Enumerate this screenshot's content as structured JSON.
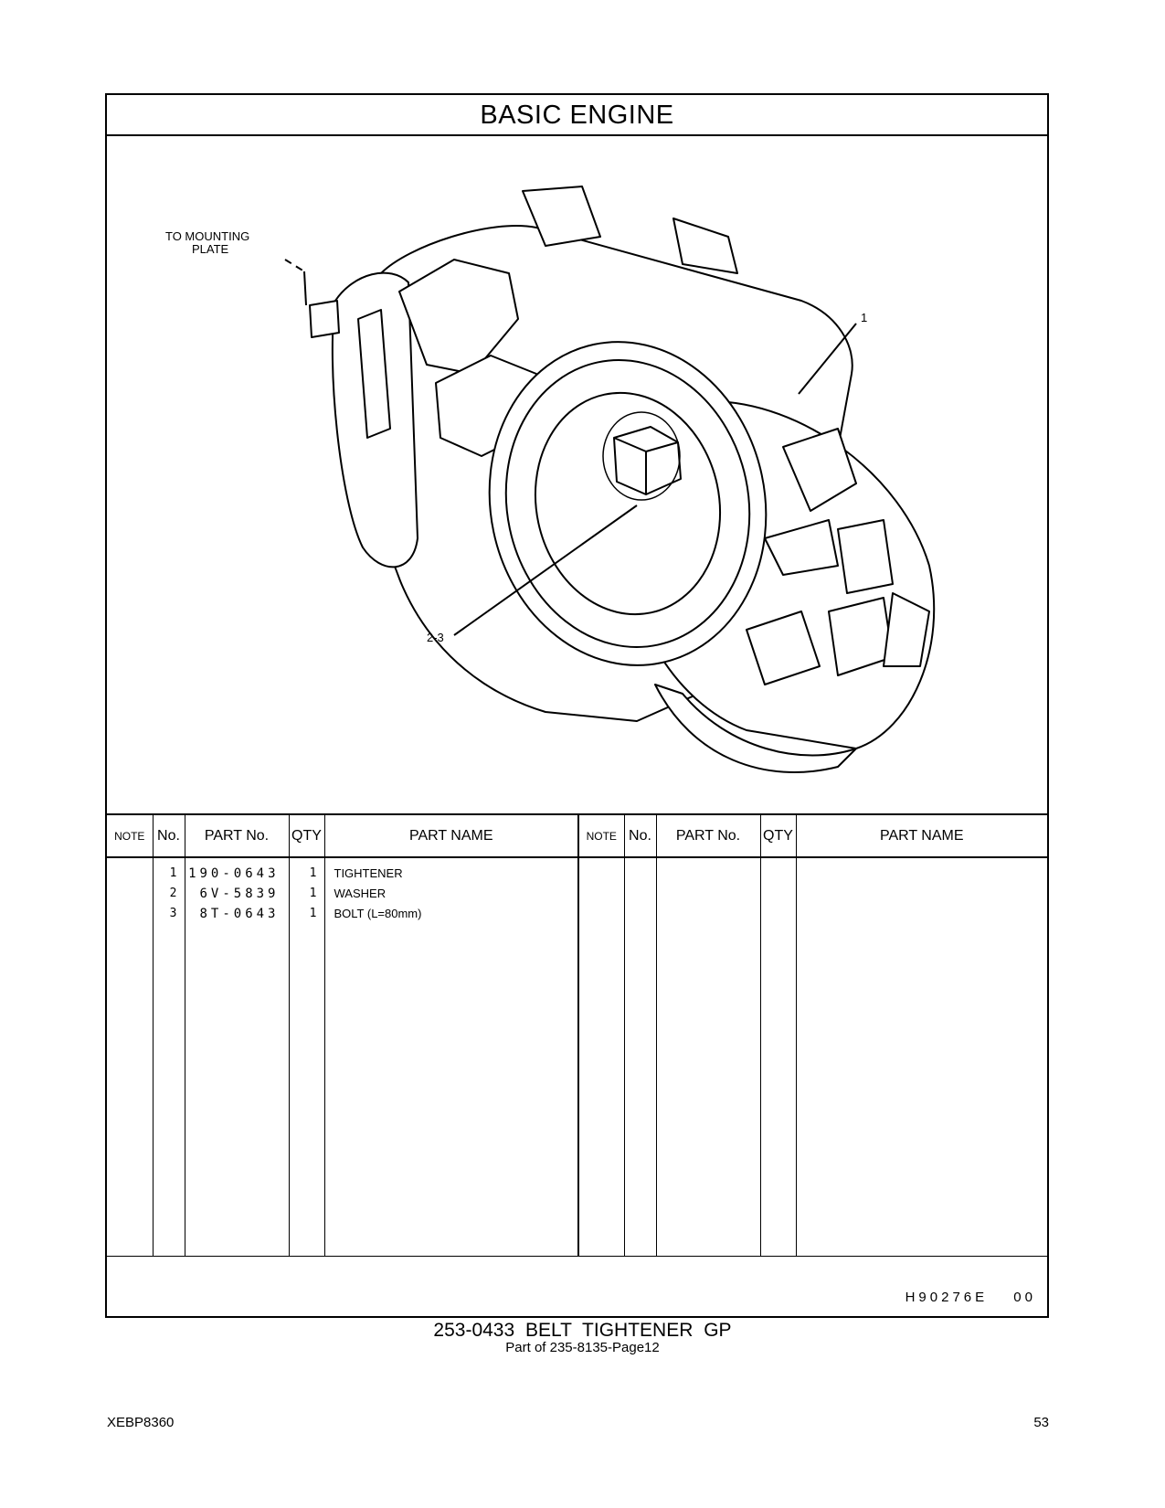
{
  "section": {
    "title": "BASIC   ENGINE"
  },
  "illustration": {
    "label_mount": [
      "TO  MOUNTING",
      "PLATE"
    ],
    "callout_1": "1",
    "callout_2_3": "2-3"
  },
  "table": {
    "headers": {
      "note": "NOTE",
      "no": "No.",
      "part_no": "PART No.",
      "qty": "QTY",
      "part_name": "PART NAME"
    },
    "rows": [
      {
        "no": "1",
        "part_no": "190-0643",
        "qty": "1",
        "part_name": "TIGHTENER"
      },
      {
        "no": "2",
        "part_no": "6V-5839",
        "qty": "1",
        "part_name": "WASHER"
      },
      {
        "no": "3",
        "part_no": "8T-0643",
        "qty": "1",
        "part_name": "BOLT (L=80mm)"
      }
    ]
  },
  "illustration_code": "H90276E 00",
  "caption": {
    "title": "253-0433  BELT  TIGHTENER  GP",
    "subtitle": "Part of 235-8135-Page12"
  },
  "footer": {
    "doc_id": "XEBP8360",
    "page_number": "53"
  }
}
